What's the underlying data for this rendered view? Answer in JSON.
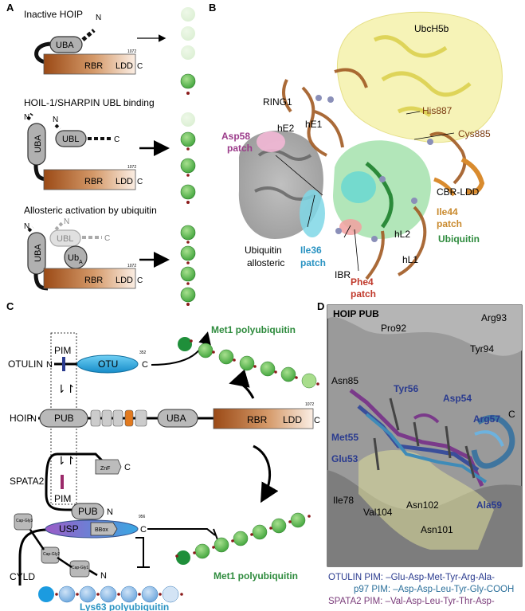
{
  "panels": {
    "A": {
      "letter": "A",
      "states": [
        {
          "title": "Inactive HOIP"
        },
        {
          "title": "HOIL-1/SHARPIN UBL binding"
        },
        {
          "title": "Allosteric activation by ubiquitin"
        }
      ],
      "labels": {
        "uba": "UBA",
        "ubl": "UBL",
        "rbr": "RBR",
        "ldd": "LDD",
        "n": "N",
        "c": "C",
        "res": "1072",
        "ub": "Ub",
        "ub_sub": "A"
      }
    },
    "B": {
      "letter": "B",
      "labels": {
        "ubch5b": "UbcH5b",
        "ring1": "RING1",
        "his887": "His887",
        "cys885": "Cys885",
        "asp58_1": "Asp58",
        "asp58_2": "patch",
        "he2": "hE2",
        "he1": "hE1",
        "cbr_ldd": "CBR-LDD",
        "ile44_1": "Ile44",
        "ile44_2": "patch",
        "hl2": "hL2",
        "ubiquitin": "Ubiquitin",
        "ub_allo_1": "Ubiquitin",
        "ub_allo_2": "allosteric",
        "ile36_1": "Ile36",
        "ile36_2": "patch",
        "ibr": "IBR",
        "hl1": "hL1",
        "phe4_1": "Phe4",
        "phe4_2": "patch"
      }
    },
    "C": {
      "letter": "C",
      "labels": {
        "met1_top": "Met1 polyubiquitin",
        "met1_bottom": "Met1 polyubiquitin",
        "lys63": "Lys63 polyubiquitin",
        "otulin": "OTULIN",
        "otu": "OTU",
        "otu_res": "352",
        "pim": "PIM",
        "pim2": "PIM",
        "hoip": "HOIP",
        "pub": "PUB",
        "pub2": "PUB",
        "uba": "UBA",
        "rbr": "RBR",
        "ldd": "LDD",
        "hoip_res": "1072",
        "spata2": "SPATA2",
        "znf": "ZnF",
        "usp": "USP",
        "bbox": "BBox",
        "usp_res": "956",
        "cyld": "CYLD",
        "capgly3": "Cap-Gly3",
        "capgly2": "Cap-Gly2",
        "capgly1": "Cap-Gly1",
        "n": "N",
        "c": "C"
      }
    },
    "D": {
      "letter": "D",
      "title": "HOIP PUB",
      "residues": {
        "arg93": "Arg93",
        "pro92": "Pro92",
        "tyr94": "Tyr94",
        "asn85": "Asn85",
        "tyr56": "Tyr56",
        "asp54": "Asp54",
        "arg57": "Arg57",
        "met55": "Met55",
        "glu53": "Glu53",
        "ile78": "Ile78",
        "val104": "Val104",
        "asn102": "Asn102",
        "ala59": "Ala59",
        "asn101": "Asn101",
        "c": "C"
      },
      "legend": {
        "otulin": "OTULIN PIM: –Glu-Asp-Met-Tyr-Arg-Ala-",
        "p97": "p97 PIM: –Asp-Asp-Leu-Tyr-Gly-COOH",
        "spata2": "SPATA2 PIM: –Val-Asp-Leu-Tyr-Thr-Asp-"
      }
    }
  },
  "colors": {
    "ub_green": "#5fbf4a",
    "ub_dark": "#1f8f3a",
    "otulin_blue": "#1ba6e0",
    "lys63_blue": "#8cbde8",
    "rbr_brown": "#9b4a16",
    "label_green": "#2e8b3d",
    "label_blue": "#2a93c2",
    "label_purple": "#9b3b8a",
    "label_red": "#c0392b",
    "label_orange": "#c98a2e",
    "otulin_legend": "#2a3b8f",
    "spata2_legend": "#7a3b7a"
  }
}
